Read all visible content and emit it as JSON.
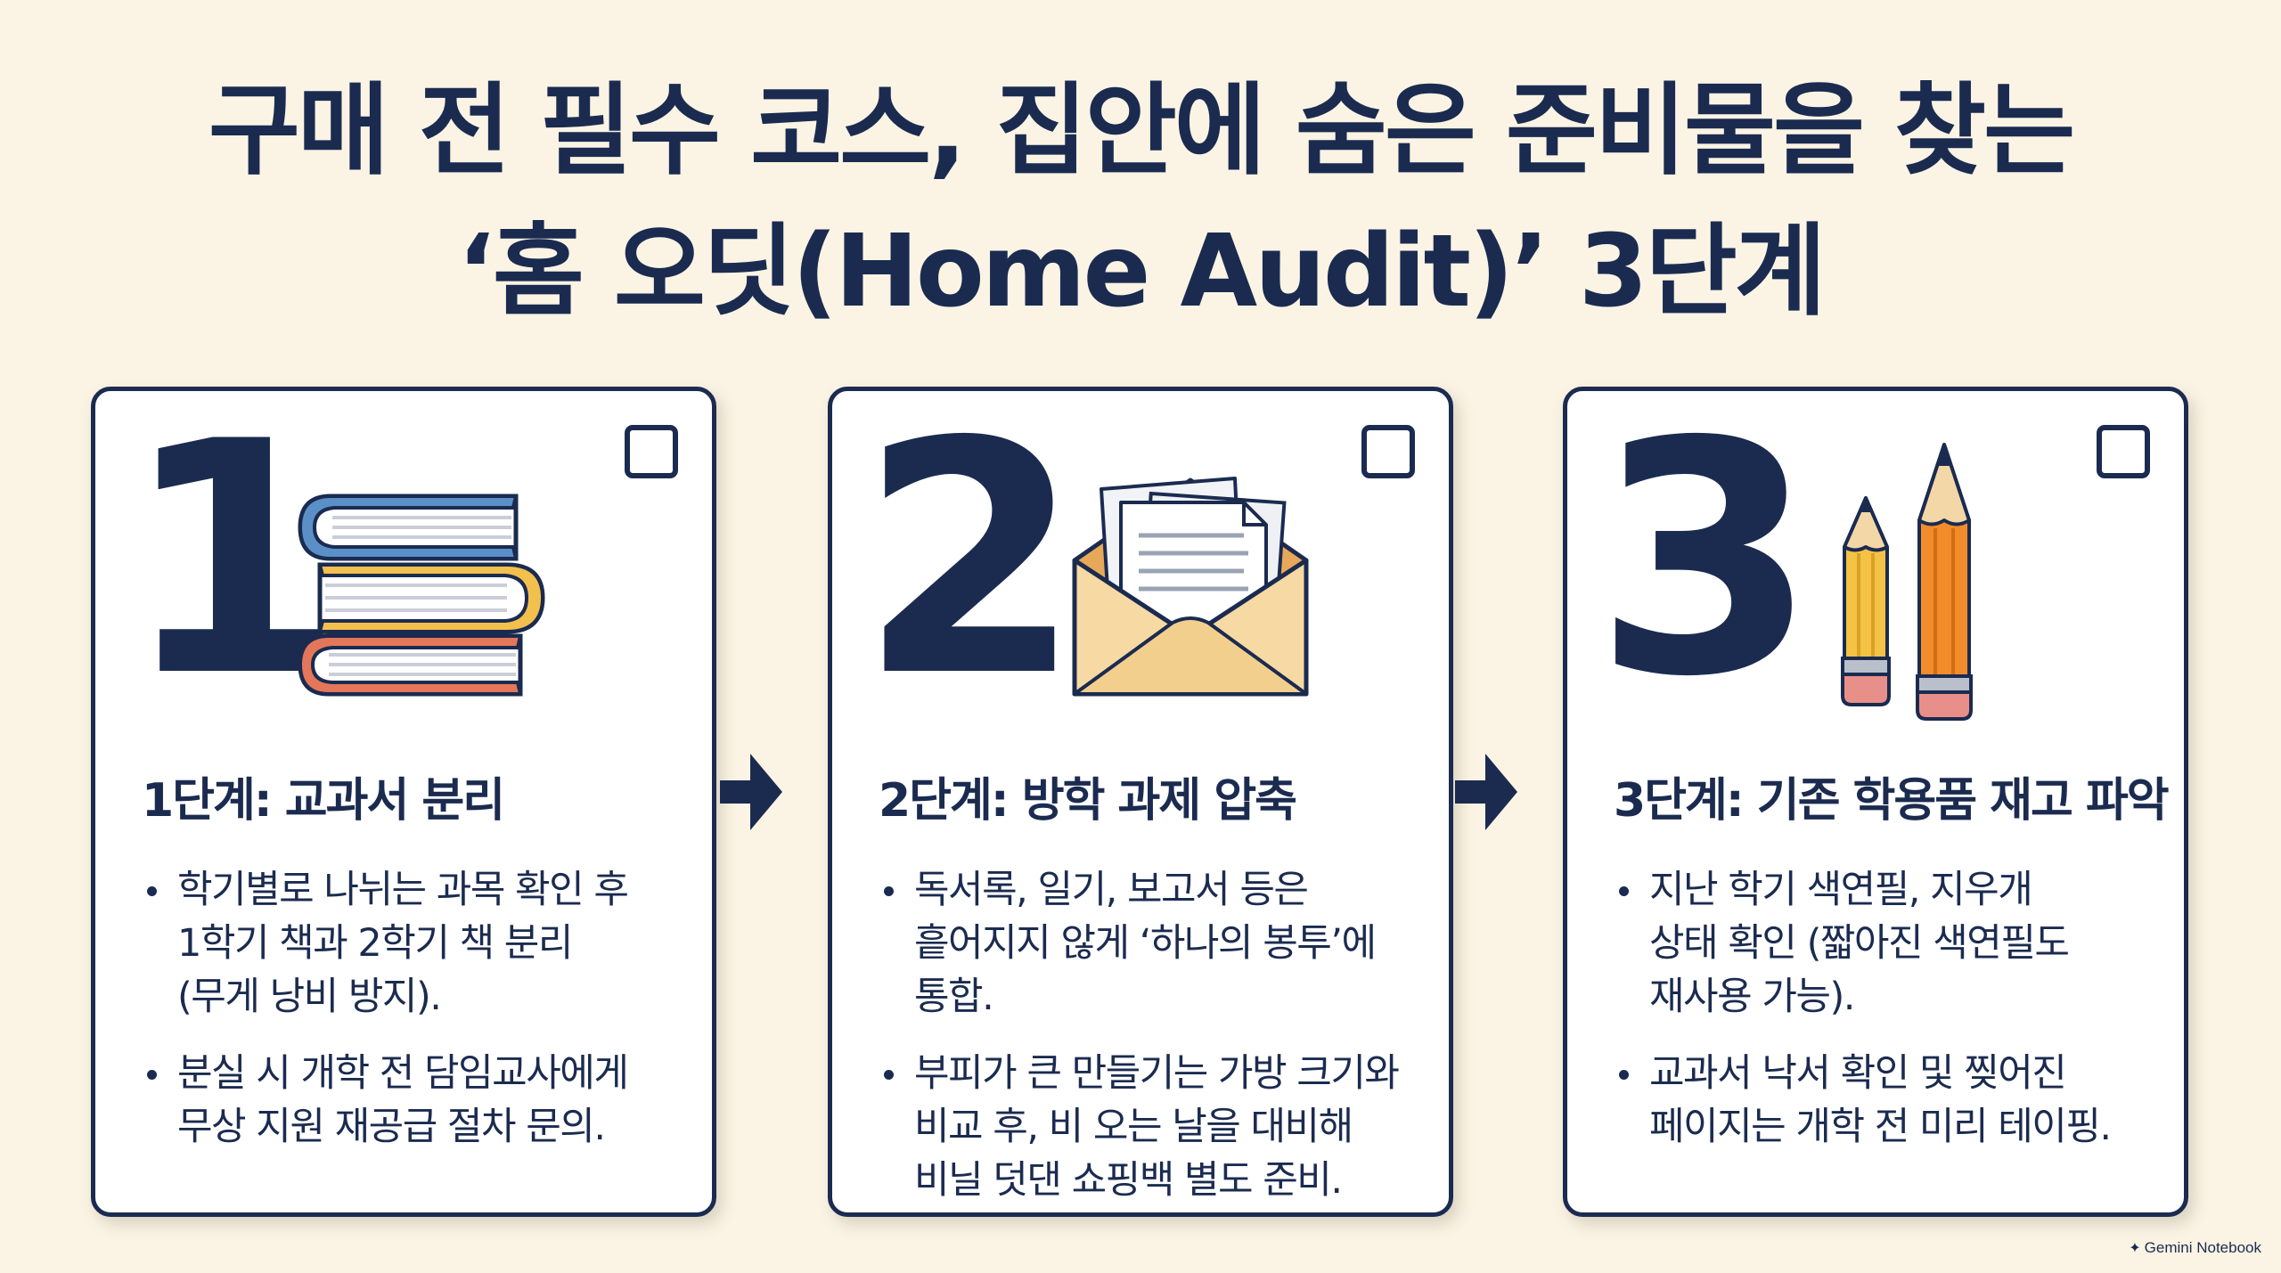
{
  "title": {
    "line1": "구매 전 필수 코스, 집안에 숨은 준비물을 찾는",
    "line2": "‘홈 오딧(Home Audit)’ 3단계"
  },
  "steps": [
    {
      "number": "1",
      "icon": "book-stack-icon",
      "heading": "1단계: 교과서 분리",
      "bullets": [
        [
          "학기별로 나뉘는 과목 확인 후",
          "1학기 책과 2학기 책 분리",
          "(무게 낭비 방지)."
        ],
        [
          "분실 시 개학 전 담임교사에게",
          "무상 지원 재공급 절차 문의."
        ]
      ]
    },
    {
      "number": "2",
      "icon": "envelope-documents-icon",
      "heading": "2단계: 방학 과제 압축",
      "bullets": [
        [
          "독서록, 일기, 보고서 등은",
          "흩어지지 않게 ‘하나의 봉투’에",
          "통합."
        ],
        [
          "부피가 큰 만들기는 가방 크기와",
          "비교 후, 비 오는 날을 대비해",
          "비닐 덧댄 쇼핑백 별도 준비."
        ]
      ]
    },
    {
      "number": "3",
      "icon": "pencils-icon",
      "heading": "3단계: 기존 학용품 재고 파악",
      "bullets": [
        [
          "지난 학기 색연필, 지우개",
          "상태 확인 (짧아진 색연필도",
          "재사용 가능)."
        ],
        [
          "교과서 낙서 확인 및 찢어진",
          "페이지는 개학 전 미리 테이핑."
        ]
      ]
    }
  ],
  "footer": {
    "brand": "Gemini Notebook"
  },
  "colors": {
    "background": "#fbf4e4",
    "navy": "#1b2b50",
    "card": "#ffffff"
  }
}
